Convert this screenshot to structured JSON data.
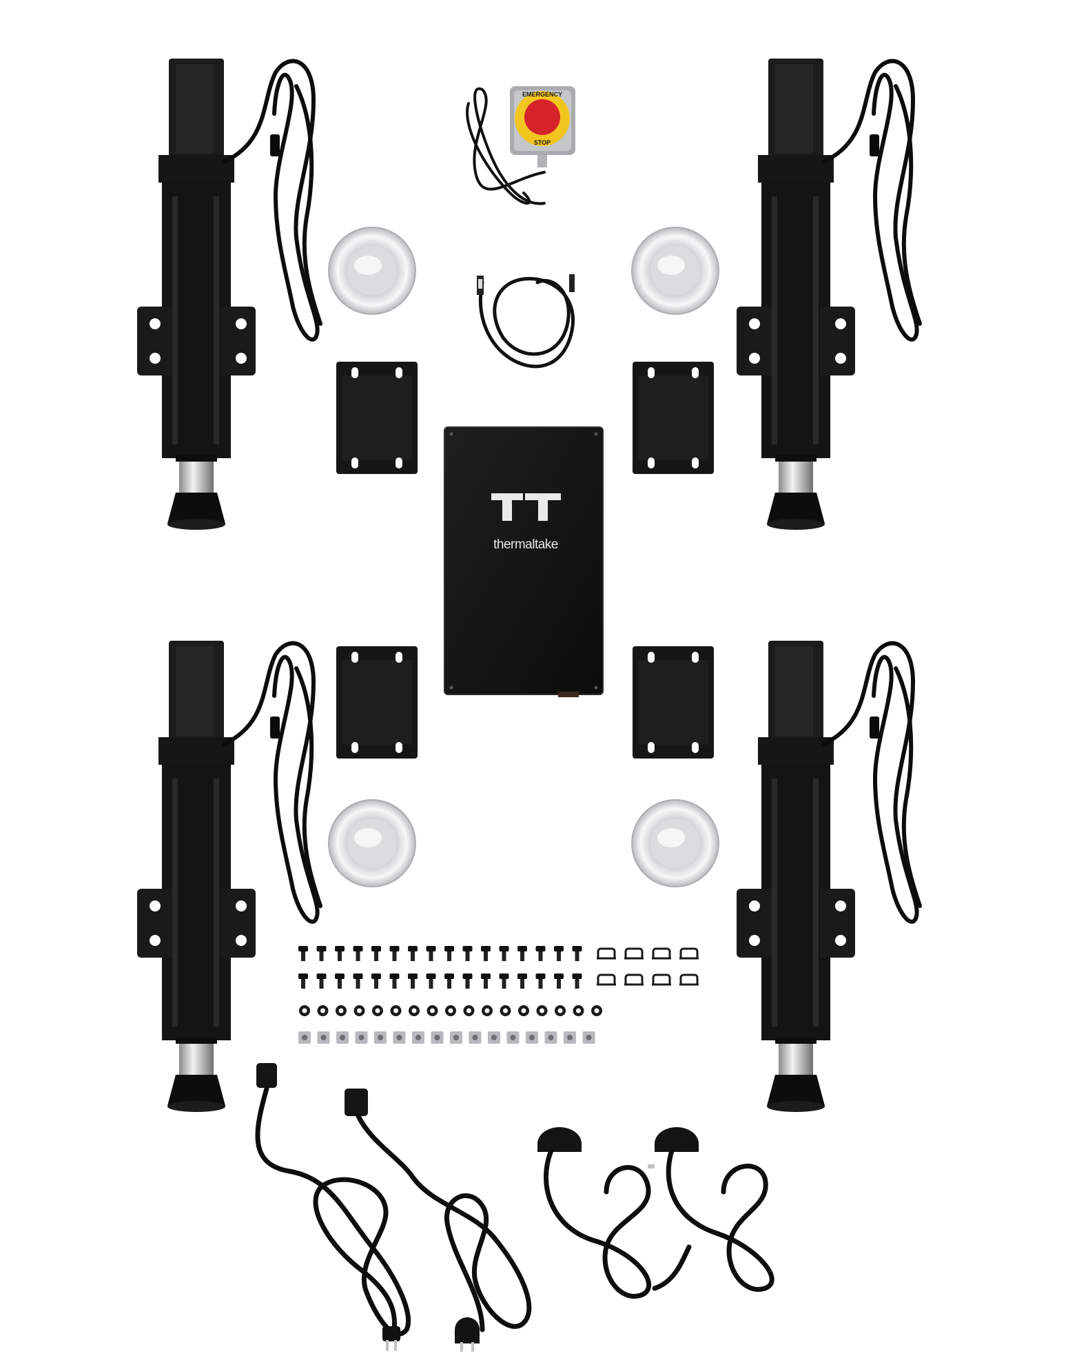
{
  "brand": {
    "wordmark": "thermaltake",
    "logo_icon": "tt-logo-icon"
  },
  "estop": {
    "top_text": "EMERGENCY",
    "bottom_text": "STOP",
    "button_color": "#d6232a",
    "ring_color": "#f3c51f"
  },
  "colors": {
    "background": "#ffffff",
    "hardware": "#161616",
    "metal": "#c9c9cb"
  },
  "counts": {
    "actuators": 4,
    "mount_plates": 4,
    "caster_cups": 4,
    "power_cords": 4,
    "bolt_rows": 2,
    "bolts_per_row": 16,
    "washers": 17,
    "nuts": 16,
    "clips_per_row": 4
  }
}
